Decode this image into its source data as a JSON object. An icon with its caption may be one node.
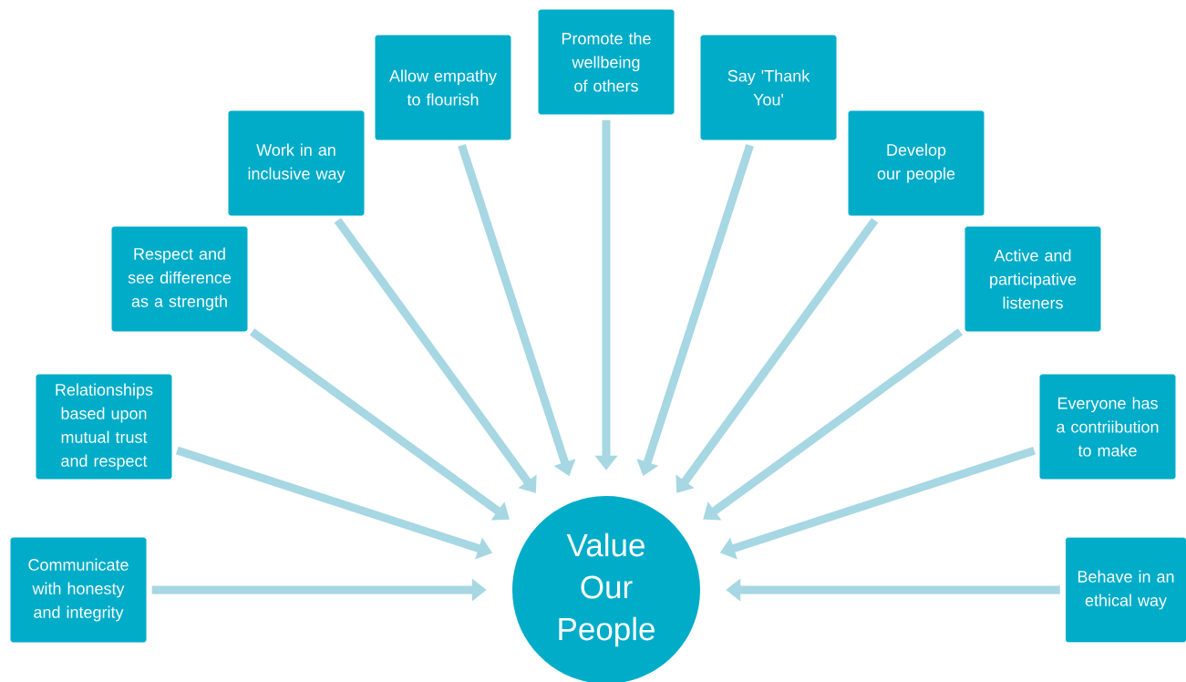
{
  "diagram": {
    "nodes": [
      {
        "text": [
          "Communicate with honesty and integrity"
        ]
      },
      {
        "text": [
          "Relationships based upon mutual trust and respect"
        ]
      },
      {
        "text": [
          "Respect and see difference as a strength"
        ]
      },
      {
        "text": [
          "Work in an inclusive way"
        ]
      },
      {
        "text": [
          "Allow empathy to flourish"
        ]
      },
      {
        "text": [
          "Promote the wellbeing of others"
        ]
      },
      {
        "text": [
          "Say 'Thank You'"
        ]
      },
      {
        "text": [
          "Develop our people"
        ]
      },
      {
        "text": [
          "Active and participative listeners"
        ]
      },
      {
        "text": [
          "Everyone has a contriibution to make"
        ]
      },
      {
        "text": [
          "Behave in an ethical way"
        ]
      },
      {
        "text": [
          "Value Our People"
        ]
      }
    ],
    "edges": [
      {
        "from": 0,
        "to": 11,
        "arrow": "to"
      },
      {
        "from": 1,
        "to": 11,
        "arrow": "to"
      },
      {
        "from": 2,
        "to": 11,
        "arrow": "to"
      },
      {
        "from": 3,
        "to": 11,
        "arrow": "to"
      },
      {
        "from": 4,
        "to": 11,
        "arrow": "to"
      },
      {
        "from": 5,
        "to": 11,
        "arrow": "to"
      },
      {
        "from": 6,
        "to": 11,
        "arrow": "to"
      },
      {
        "from": 7,
        "to": 11,
        "arrow": "to"
      },
      {
        "from": 8,
        "to": 11,
        "arrow": "to"
      },
      {
        "from": 9,
        "to": 11,
        "arrow": "to"
      },
      {
        "from": 10,
        "to": 11,
        "arrow": "to"
      }
    ]
  }
}
